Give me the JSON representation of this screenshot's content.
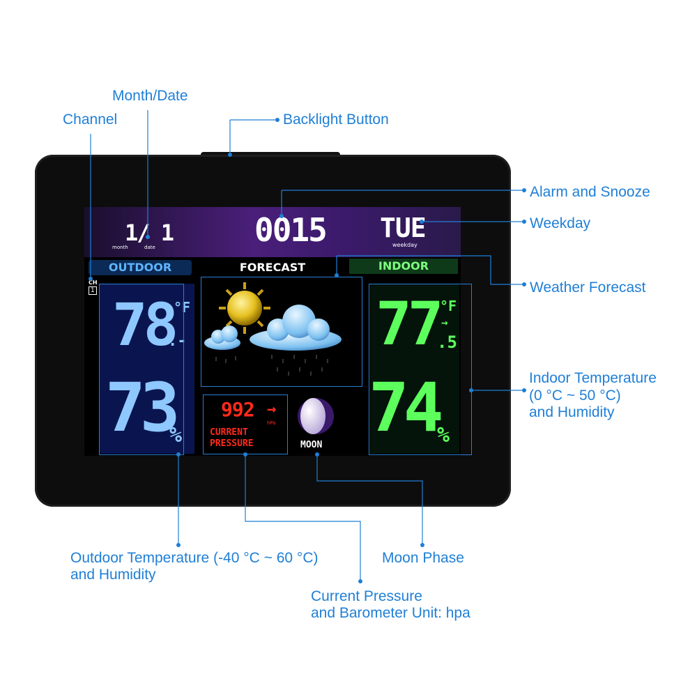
{
  "callouts": {
    "month_date": "Month/Date",
    "channel": "Channel",
    "backlight": "Backlight Button",
    "alarm": "Alarm and Snooze",
    "weekday": "Weekday",
    "forecast": "Weather Forecast",
    "indoor_l1": "Indoor Temperature",
    "indoor_l2": "(0 °C ~ 50 °C)",
    "indoor_l3": "and Humidity",
    "outdoor_l1": "Outdoor Temperature (-40 °C ~ 60 °C)",
    "outdoor_l2": "and Humidity",
    "moon": "Moon Phase",
    "pressure_l1": "Current Pressure",
    "pressure_l2": "and Barometer Unit: hpa"
  },
  "display": {
    "date": "1/ 1",
    "month_label": "month",
    "date_label": "date",
    "time": "0015",
    "weekday": "TUE",
    "weekday_label": "weekday",
    "outdoor_label": "OUTDOOR",
    "forecast_label": "FORECAST",
    "indoor_label": "INDOOR",
    "channel_label": "CH",
    "channel_num": "1",
    "outdoor_temp": "78",
    "outdoor_temp_dec": ".-",
    "outdoor_unit": "°F",
    "outdoor_hum": "73",
    "percent": "%",
    "indoor_temp": "77",
    "indoor_temp_dec": ".5",
    "indoor_unit": "°F",
    "indoor_arrow": "→",
    "indoor_hum": "74",
    "pressure_value": "992",
    "pressure_arrow": "→",
    "pressure_unit": "hPa",
    "pressure_l1": "CURRENT",
    "pressure_l2": "PRESSURE",
    "moon_label": "MOON"
  },
  "colors": {
    "callout": "#1f7fd6",
    "outdoor_digits": "#8ec8ff",
    "indoor_digits": "#5dff5d",
    "pressure_digits": "#ff2a1a"
  }
}
